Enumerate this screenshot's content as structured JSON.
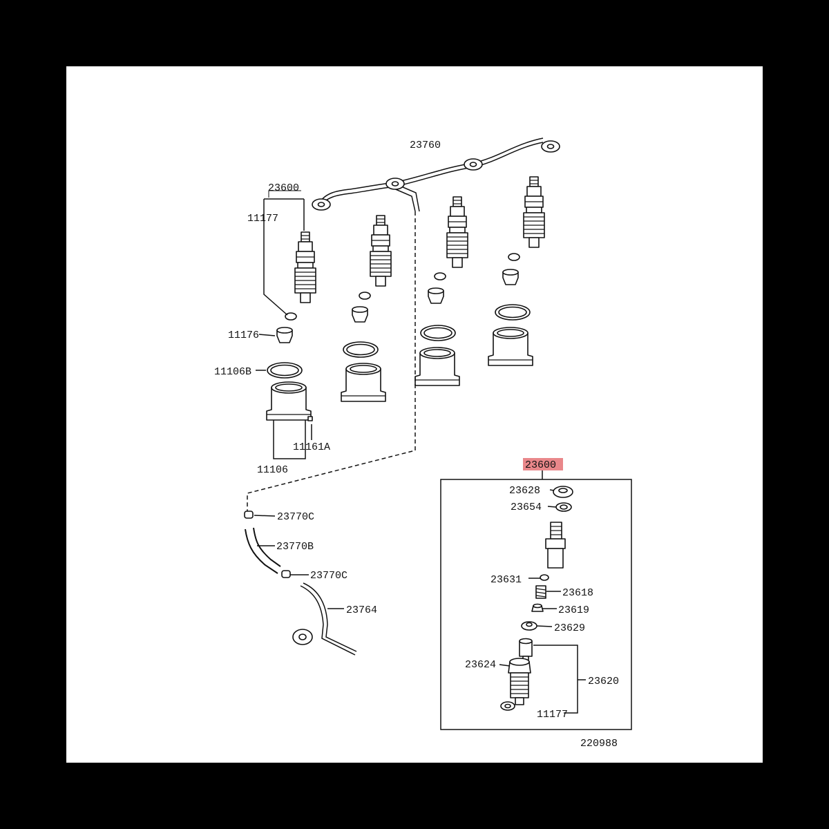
{
  "callouts": {
    "return_pipe": "23760",
    "injector_assy_top": "23600",
    "gasket_top": "11177",
    "seat_11176": "11176",
    "o_ring_11106b": "11106B",
    "pin_11161a": "11161A",
    "holder_11106": "11106",
    "clamp_upper": "23770C",
    "hose_23770b": "23770B",
    "clamp_lower": "23770C",
    "pipe_23764": "23764",
    "detail_assy": "23600",
    "nut_23628": "23628",
    "washer_23654": "23654",
    "pin_23631": "23631",
    "spring_23618": "23618",
    "seat_23619": "23619",
    "spacer_23629": "23629",
    "nozzle_23620": "23620",
    "retaining_nut_23624": "23624",
    "gasket_detail": "11177"
  },
  "diagram_code": "220988",
  "highlight_color": "#e9878a"
}
